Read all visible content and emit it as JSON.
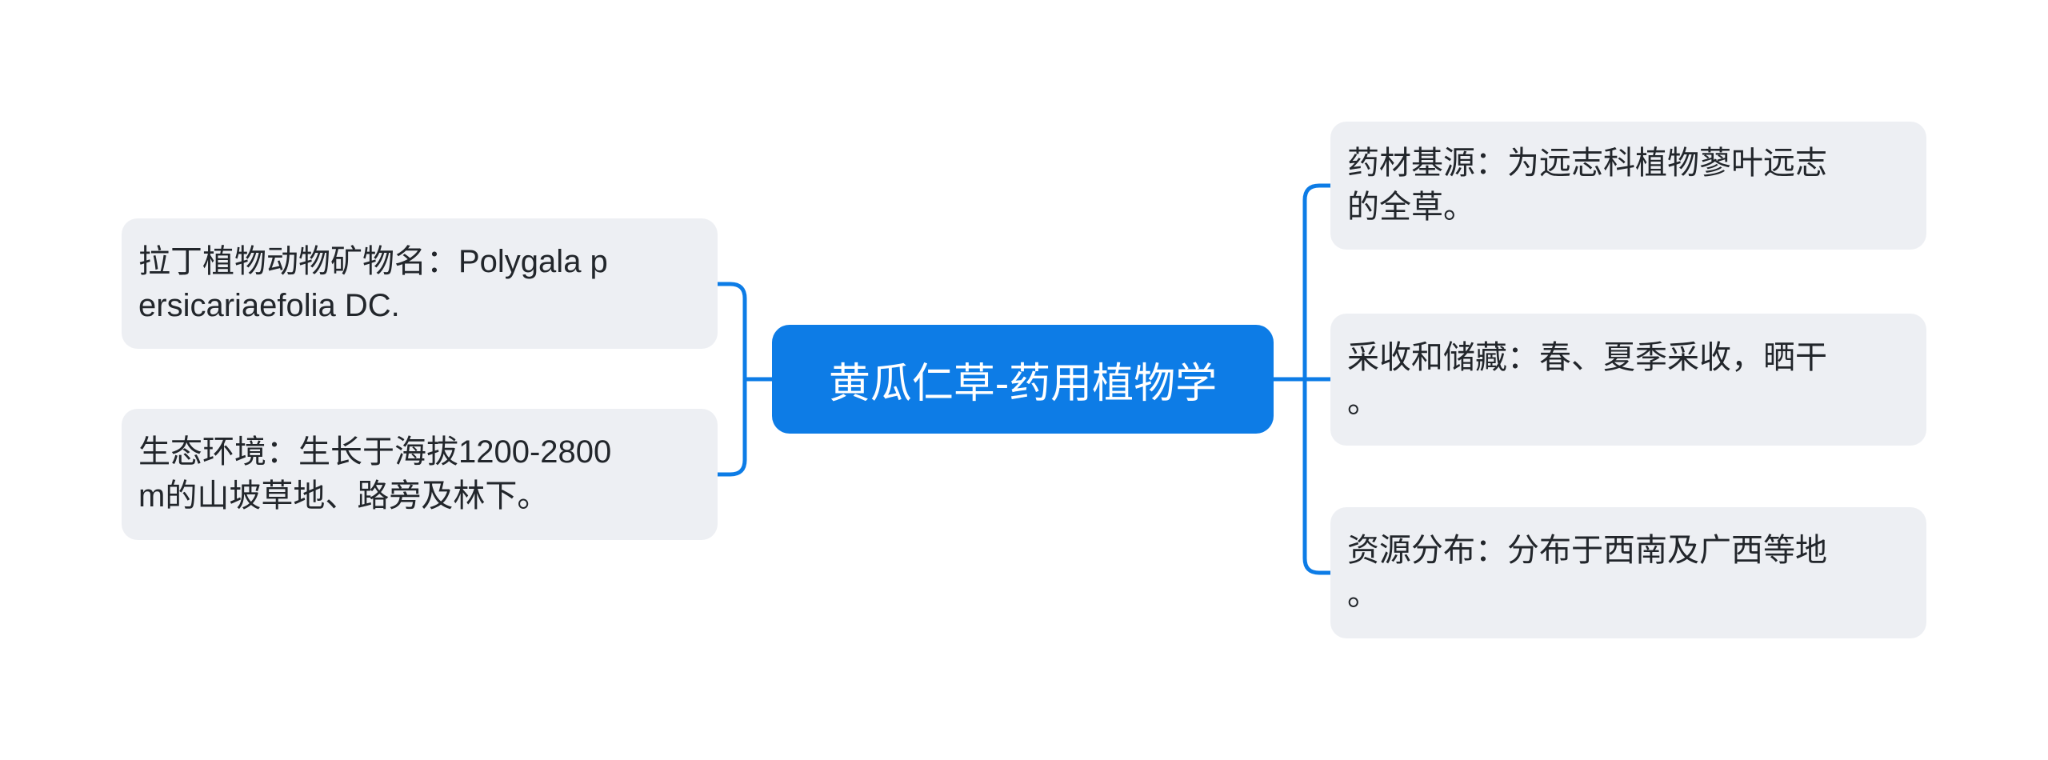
{
  "mindmap": {
    "center": {
      "label": "黄瓜仁草-药用植物学"
    },
    "left_nodes": [
      {
        "text": "拉丁植物动物矿物名：Polygala persicariaefolia DC.",
        "lines": [
          "拉丁植物动物矿物名：Polygala p",
          "ersicariaefolia DC."
        ]
      },
      {
        "text": "生态环境：生长于海拔1200-2800m的山坡草地、路旁及林下。",
        "lines": [
          "生态环境：生长于海拔1200-2800",
          "m的山坡草地、路旁及林下。"
        ]
      }
    ],
    "right_nodes": [
      {
        "text": "药材基源：为远志科植物蓼叶远志的全草。",
        "lines": [
          "药材基源：为远志科植物蓼叶远志",
          "的全草。"
        ]
      },
      {
        "text": "采收和储藏：春、夏季采收，晒干。",
        "lines": [
          "采收和储藏：春、夏季采收，晒干",
          "。"
        ]
      },
      {
        "text": "资源分布：分布于西南及广西等地。",
        "lines": [
          "资源分布：分布于西南及广西等地",
          "。"
        ]
      }
    ],
    "colors": {
      "accent_blue": "#0d7ce6",
      "branch_bg": "#edeff3",
      "branch_text": "#22262b",
      "center_text": "#ffffff",
      "canvas_bg": "#ffffff"
    }
  }
}
